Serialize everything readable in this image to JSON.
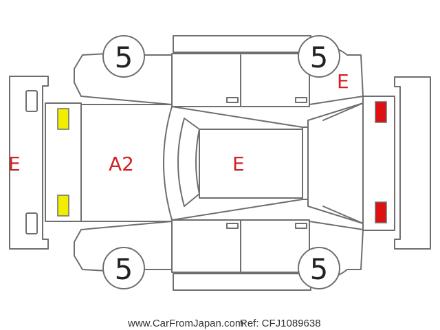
{
  "damage_codes": {
    "front_bumper": "E",
    "hood": "A2",
    "roof": "E",
    "rear_quarter_upper": "E"
  },
  "tires": {
    "front_left": "5",
    "rear_left": "5",
    "front_right": "5",
    "rear_right": "5"
  },
  "footer": {
    "site": "www.CarFromJapan.com",
    "ref": "Ref: CFJ1089638"
  },
  "colors": {
    "code_text": "#d42020",
    "front_lamp": "#f2ee00",
    "rear_lamp": "#dd1111",
    "outline": "#6e6e6e"
  }
}
